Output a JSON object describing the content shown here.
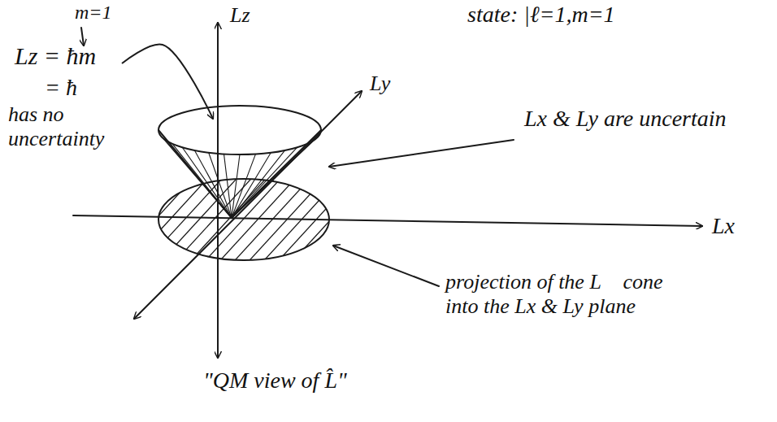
{
  "diagram": {
    "labels": [
      "m=1",
      "Lz = ħm",
      "= ħ",
      "has no uncertainty",
      "Lz",
      "state: |ℓ=1,m=1",
      "Ly",
      "Lx & Ly are uncertain",
      "Lx",
      "projection of the L⃗ cone into the Lx & Ly plane",
      "\"QM view of L̂\""
    ]
  }
}
